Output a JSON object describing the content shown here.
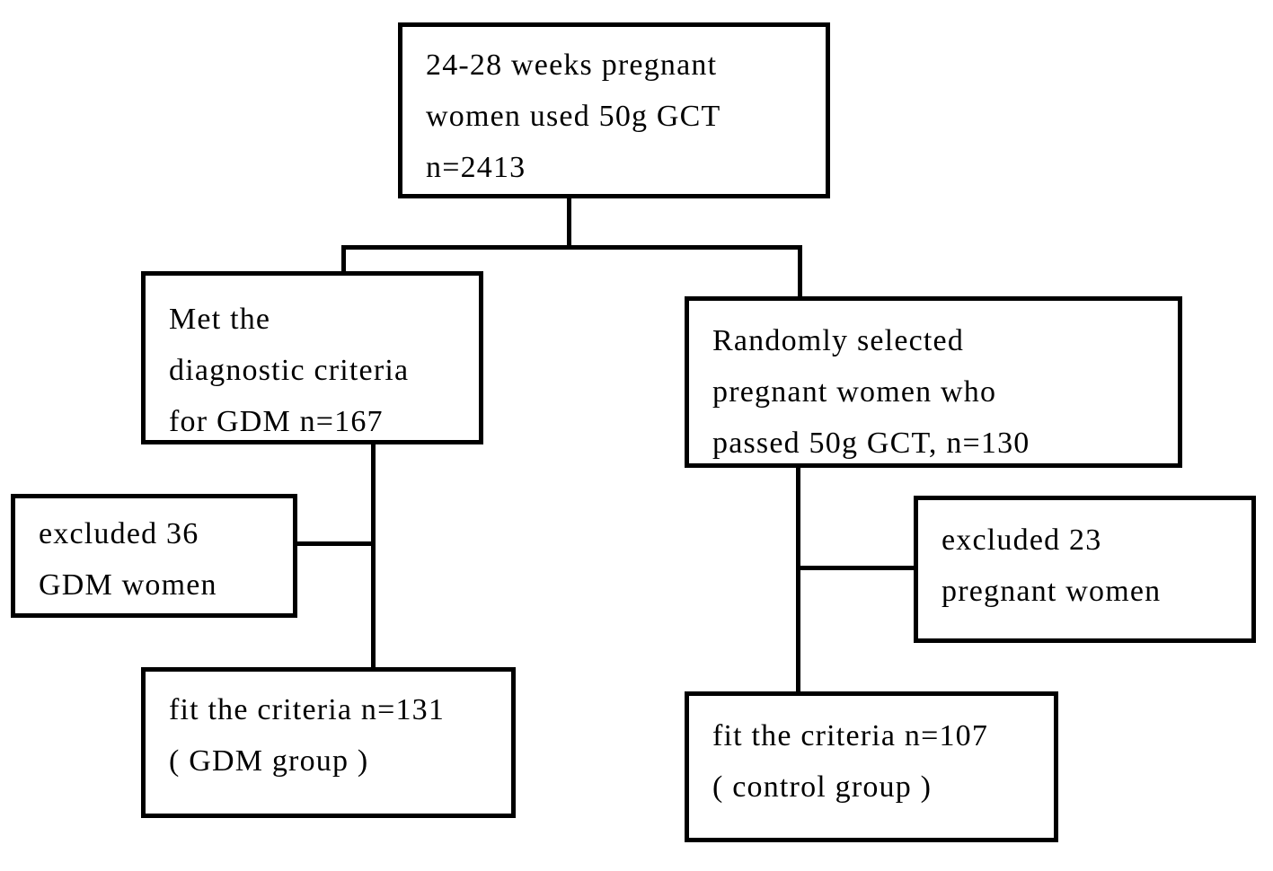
{
  "diagram": {
    "kind": "study-selection-flowchart",
    "colors": {
      "line": "#000000",
      "background": "#ffffff",
      "text": "#000000"
    },
    "boxes": {
      "top": {
        "lines": [
          "24-28 weeks pregnant",
          "women used 50g GCT",
          "n=2413"
        ]
      },
      "left_mid": {
        "lines": [
          "Met the",
          "diagnostic criteria",
          "for GDM n=167"
        ]
      },
      "right_mid": {
        "lines": [
          "Randomly selected",
          "pregnant women who",
          "passed 50g GCT, n=130"
        ]
      },
      "left_excluded": {
        "lines": [
          "excluded 36",
          "GDM women"
        ]
      },
      "right_excluded": {
        "lines": [
          "excluded 23",
          "pregnant women"
        ]
      },
      "left_result": {
        "lines": [
          "fit the criteria n=131",
          "（GDM group）"
        ]
      },
      "right_result": {
        "lines": [
          "fit the criteria n=107",
          "（control group）"
        ]
      }
    },
    "edges": [
      {
        "from": "top",
        "to": "left_mid"
      },
      {
        "from": "top",
        "to": "right_mid"
      },
      {
        "from": "left_mid",
        "to": "left_excluded",
        "type": "exclusion"
      },
      {
        "from": "left_mid",
        "to": "left_result"
      },
      {
        "from": "right_mid",
        "to": "right_excluded",
        "type": "exclusion"
      },
      {
        "from": "right_mid",
        "to": "right_result"
      }
    ],
    "values": {
      "screened_n": 2413,
      "gdm_criteria_n": 167,
      "random_selected_n": 130,
      "gdm_excluded_n": 36,
      "control_excluded_n": 23,
      "gdm_group_n": 131,
      "control_group_n": 107
    }
  }
}
